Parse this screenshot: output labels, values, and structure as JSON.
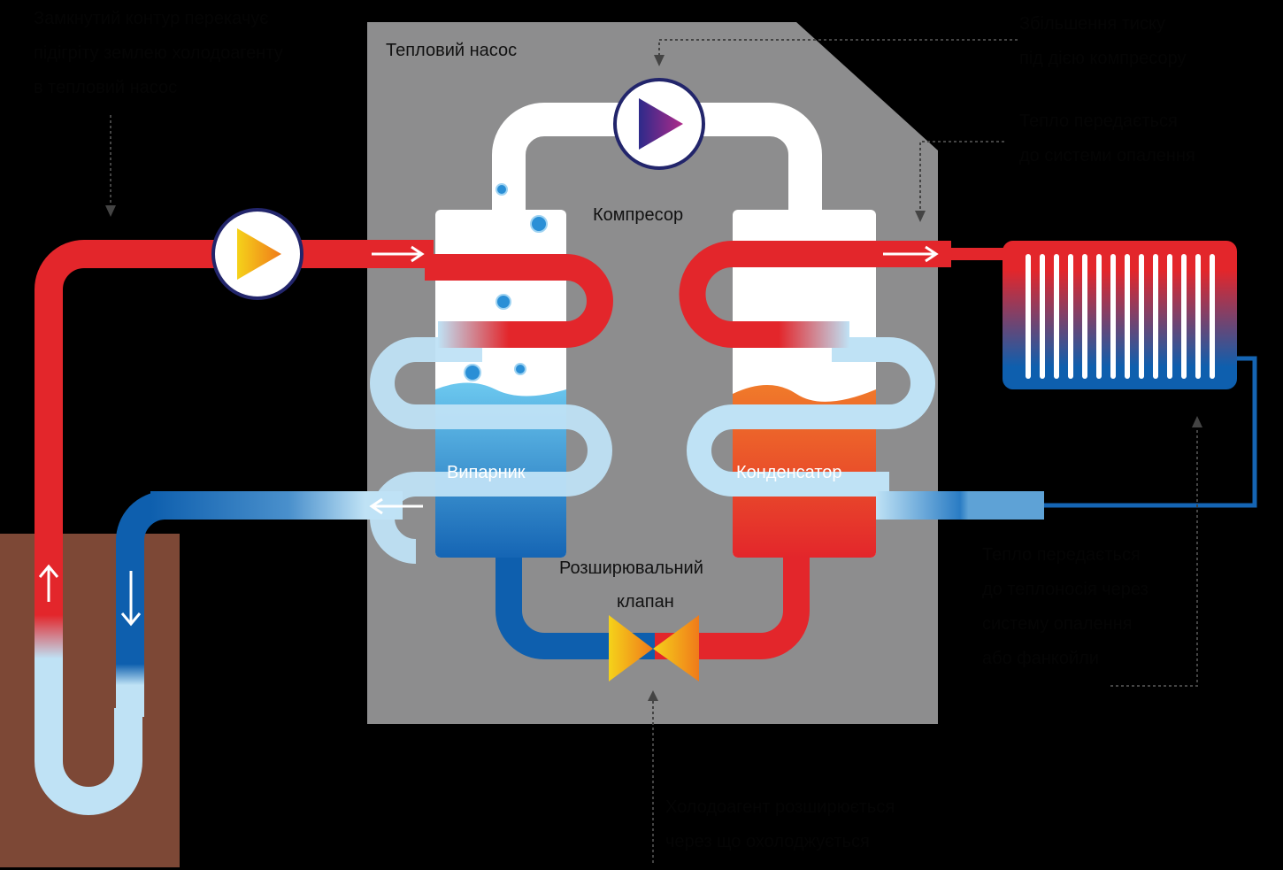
{
  "labels": {
    "heat_pump": "Тепловий насос",
    "compressor": "Компресор",
    "evaporator": "Випарник",
    "condenser": "Конденсатор",
    "expansion_valve_1": "Розширювальний",
    "expansion_valve_2": "клапан"
  },
  "notes": {
    "ground_loop": [
      "Замкнутий контур перекачує",
      "підігріту землею холодоагенту",
      "в тепловий насос"
    ],
    "compression": [
      "Збільшення тиску",
      "під дією компресору"
    ],
    "heat_transfer": [
      "Тепло передається",
      "до системи опалення"
    ],
    "heating_system": [
      "Тепло передається",
      "до теплоносія через",
      "систему опалення",
      "або фанкойли"
    ],
    "expansion": [
      "Холодоагент розширюється",
      "через що охолоджується"
    ]
  },
  "colors": {
    "hot": "#e3262b",
    "cold": "#0e5fae",
    "cool_light": "#bfe2f5",
    "housing": "#8d8d8e",
    "ground": "#7d4836",
    "pump_ring": "#22256b"
  }
}
